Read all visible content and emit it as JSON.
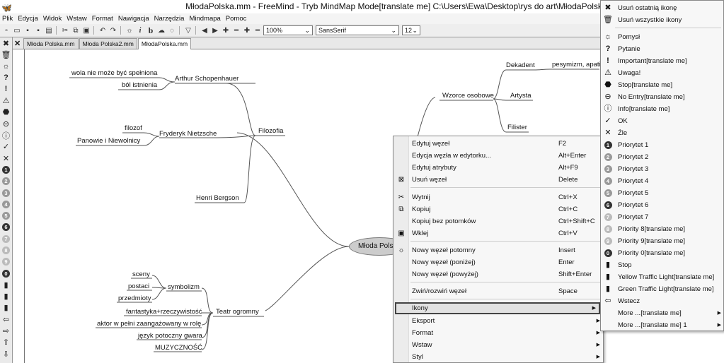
{
  "window": {
    "title": "MłodaPolska.mm - FreeMind - Tryb MindMap Mode[translate me] C:\\Users\\Ewa\\Desktop\\rys do art\\MłodaPolska.mm"
  },
  "menubar": [
    "Plik",
    "Edycja",
    "Widok",
    "Wstaw",
    "Format",
    "Nawigacja",
    "Narzędzia",
    "Mindmapa",
    "Pomoc"
  ],
  "toolbar": {
    "zoom": "100%",
    "font": "SansSerif",
    "font_size": "12"
  },
  "tabs": [
    "Młoda Polska.mm",
    "Młoda Polska2.mm",
    "MłodaPolska.mm"
  ],
  "mindmap": {
    "central": "Młoda Polska",
    "filozofia": "Filozofia",
    "schopenhauer": "Arthur Schopenhauer",
    "wola": "wola nie może być spełniona",
    "bol": "ból istnienia",
    "nietzsche": "Fryderyk Nietzsche",
    "filozof": "filozof",
    "panowie": "Panowie i Niewolnicy",
    "bergson": "Henri Bergson",
    "wzorce": "Wzorce osobowe",
    "dekadent": "Dekadent",
    "pesymizm": "pesymizm, apati",
    "artysta": "Artysta",
    "filister": "Filister",
    "teatr": "Teatr ogromny",
    "symbolizm": "symbolizm",
    "sceny": "sceny",
    "postaci": "postaci",
    "przedmioty": "przedmioty",
    "fantastyka": "fantastyka+rzeczywistość",
    "aktor": "aktor w pełni zaangażowany w rolę",
    "jezyk": "język potoczny gwara",
    "muzycznosc": "MUZYCZNOŚĆ"
  },
  "context_menu": [
    {
      "label": "Edytuj węzeł",
      "shortcut": "F2",
      "icon": ""
    },
    {
      "label": "Edycja węzła w edytorku...",
      "shortcut": "Alt+Enter",
      "icon": ""
    },
    {
      "label": "Edytuj atrybuty",
      "shortcut": "Alt+F9",
      "icon": ""
    },
    {
      "label": "Usuń węzeł",
      "shortcut": "Delete",
      "icon": "delete-node-icon"
    },
    {
      "label": "Wytnij",
      "shortcut": "Ctrl+X",
      "icon": "scissors-icon"
    },
    {
      "label": "Kopiuj",
      "shortcut": "Ctrl+C",
      "icon": "copy-icon"
    },
    {
      "label": "Kopiuj bez potomków",
      "shortcut": "Ctrl+Shift+C",
      "icon": ""
    },
    {
      "label": "Wklej",
      "shortcut": "Ctrl+V",
      "icon": "paste-icon"
    },
    {
      "label": "Nowy węzeł potomny",
      "shortcut": "Insert",
      "icon": "bulb-icon"
    },
    {
      "label": "Nowy węzeł (poniżej)",
      "shortcut": "Enter",
      "icon": ""
    },
    {
      "label": "Nowy węzeł (powyżej)",
      "shortcut": "Shift+Enter",
      "icon": ""
    },
    {
      "label": "Zwiń/rozwiń węzeł",
      "shortcut": "Space",
      "icon": ""
    },
    {
      "label": "Ikony",
      "shortcut": "",
      "icon": ""
    },
    {
      "label": "Eksport",
      "shortcut": "",
      "icon": ""
    },
    {
      "label": "Format",
      "shortcut": "",
      "icon": ""
    },
    {
      "label": "Wstaw",
      "shortcut": "",
      "icon": ""
    },
    {
      "label": "Styl",
      "shortcut": "",
      "icon": ""
    }
  ],
  "icon_menu": [
    "Usuń ostatnią ikonę",
    "Usuń wszystkie ikony",
    "Pomysł",
    "Pytanie",
    "Important[translate me]",
    "Uwaga!",
    "Stop[translate me]",
    "No Entry[translate me]",
    "Info[translate me]",
    "OK",
    "Źle",
    "Priorytet 1",
    "Priorytet 2",
    "Priorytet 3",
    "Priorytet 4",
    "Priorytet 5",
    "Priorytet 6",
    "Priorytet 7",
    "Priority 8[translate me]",
    "Priority 9[translate me]",
    "Priority 0[translate me]",
    "Stop",
    "Yellow Traffic Light[translate me]",
    "Green Traffic Light[translate me]",
    "Wstecz",
    "More ...[translate me]",
    "More ...[translate me] 1"
  ],
  "priority_numbers": [
    "1",
    "2",
    "3",
    "4",
    "5",
    "6",
    "7",
    "8",
    "9",
    "0"
  ]
}
